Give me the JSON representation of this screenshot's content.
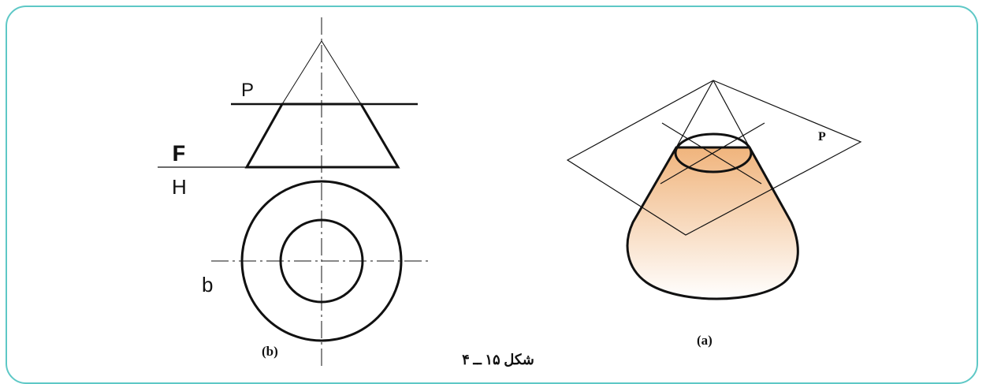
{
  "view_b": {
    "plane_label": "P",
    "front_label": "F",
    "horizontal_label": "H",
    "point_label": "b",
    "caption": "(b)"
  },
  "view_a": {
    "plane_label": "P",
    "caption": "(a)"
  },
  "figure_caption": "شکل ۱۵ ــ ۴",
  "colors": {
    "frame": "#5ec8c6",
    "cone_fill_top": "#f0b47c",
    "cone_fill_bottom": "#ffffff",
    "line": "#111111"
  }
}
